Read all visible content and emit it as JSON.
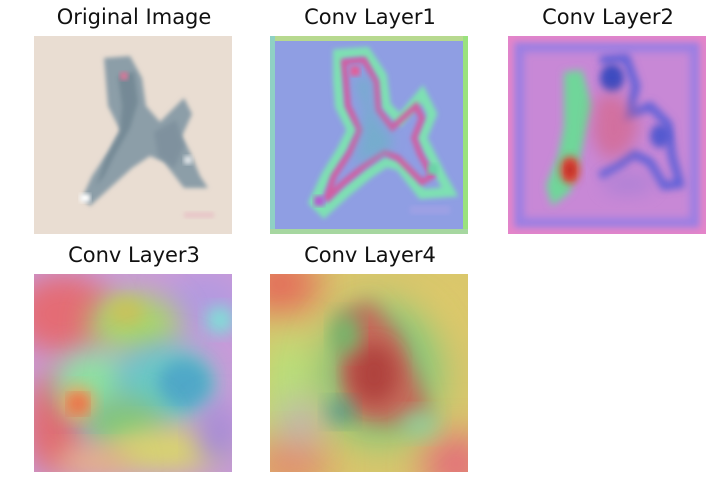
{
  "figure": {
    "panels": [
      {
        "title": "Original Image"
      },
      {
        "title": "Conv Layer1"
      },
      {
        "title": "Conv Layer2"
      },
      {
        "title": "Conv Layer3"
      },
      {
        "title": "Conv Layer4"
      }
    ]
  }
}
